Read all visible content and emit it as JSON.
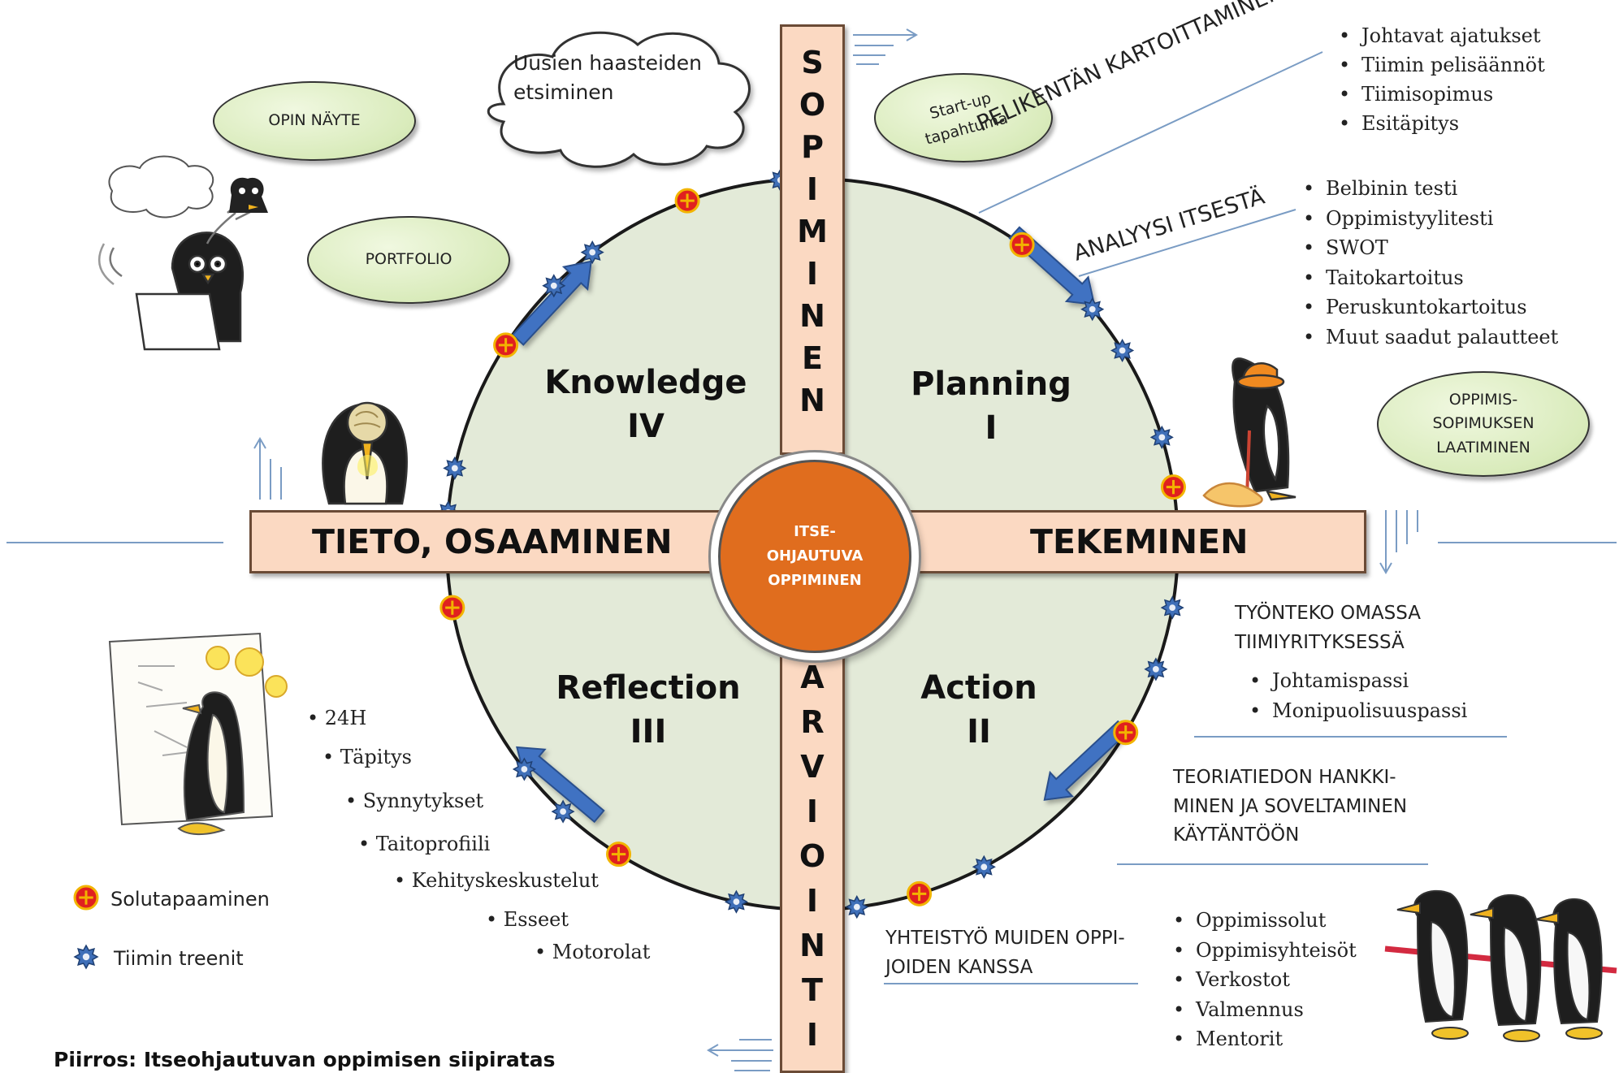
{
  "bars": {
    "left": "TIETO, OSAAMINEN",
    "right": "TEKEMINEN",
    "top": "SOPIMINEN",
    "bottom": "ARVIOINTI"
  },
  "center": [
    "ITSE-",
    "OHJAUTUVA",
    "OPPIMINEN"
  ],
  "quadrants": {
    "planning": [
      "Planning",
      "I"
    ],
    "action": [
      "Action",
      "II"
    ],
    "reflection": [
      "Reflection",
      "III"
    ],
    "knowledge": [
      "Knowledge",
      "IV"
    ]
  },
  "ovals": {
    "opin_nayte": "OPIN NÄYTE",
    "portfolio": "PORTFOLIO",
    "startup": [
      "Start-up",
      "tapahtuma"
    ],
    "oppimissopimus": [
      "OPPIMIS-",
      "SOPIMUKSEN",
      "LAATIMINEN"
    ]
  },
  "cloud_text": [
    "Uusien haasteiden",
    "etsiminen"
  ],
  "diagonal_labels": {
    "pelikentta": "PELIKENTÄN KARTOITTAMINEN",
    "analyysi": "ANALYYSI ITSESTÄ"
  },
  "lists": {
    "pelikentta_items": [
      "Johtavat ajatukset",
      "Tiimin pelisäännöt",
      "Tiimisopimus",
      "Esitäpitys"
    ],
    "analyysi_items": [
      "Belbinin testi",
      "Oppimistyylitesti",
      "SWOT",
      "Taitokartoitus",
      "Peruskuntokartoitus",
      "Muut saadut palautteet"
    ],
    "tyonteko_items": [
      "Johtamispassi",
      "Monipuolisuuspassi"
    ],
    "yhteistyo_items": [
      "Oppimissolut",
      "Oppimisyhteisöt",
      "Verkostot",
      "Valmennus",
      "Mentorit"
    ],
    "reflection_items": [
      "24H",
      "Täpitys",
      "Synnytykset",
      "Taitoprofiili",
      "Kehityskeskustelut",
      "Esseet",
      "Motorolat"
    ]
  },
  "headings": {
    "tyonteko": [
      "TYÖNTEKO OMASSA",
      "TIIMIYRITYKSESSÄ"
    ],
    "teoriatieto": [
      "TEORIATIEDON HANKKI-",
      "MINEN JA SOVELTAMINEN",
      "KÄYTÄNTÖÖN"
    ],
    "yhteistyo": [
      "YHTEISTYÖ MUIDEN OPPI-",
      "JOIDEN KANSSA"
    ]
  },
  "legend": {
    "solutapaaminen": "Solutapaaminen",
    "treenit": "Tiimin treenit"
  },
  "caption": "Piirros: Itseohjautuvan oppimisen siipiratas",
  "colors": {
    "circle_fill": "#e3ead8",
    "bar_fill": "#fbd9c2",
    "center_fill": "#e06d1e",
    "oval_fill": "#d9ebbb",
    "arrow_blue": "#3f72c2",
    "gear_blue": "#3f6fb8",
    "plus_red": "#e0201f",
    "plus_ring": "#f2b400"
  },
  "icons": [
    "solutapaaminen-icon",
    "tiimin-treenit-icon",
    "blue-arrow-icon",
    "penguin-illustration",
    "thought-cloud-icon"
  ]
}
